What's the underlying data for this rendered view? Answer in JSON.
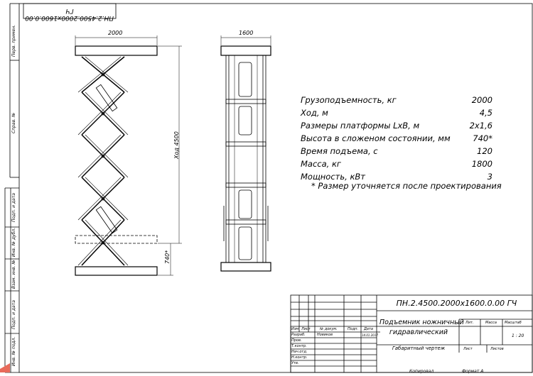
{
  "drawing": {
    "corner_code": "ПН.2.4500.2000х1600.0.00 ГЧ",
    "dim_width_front": "2000",
    "dim_width_side": "1600",
    "dim_stroke": "Ход 4500",
    "dim_closed_height": "740*"
  },
  "specs": [
    {
      "label": "Грузоподъемность, кг",
      "value": "2000"
    },
    {
      "label": "Ход, м",
      "value": "4,5"
    },
    {
      "label": "Размеры платформы LxB, м",
      "value": "2х1,6"
    },
    {
      "label": "Высота в сложеном состоянии, мм",
      "value": "740*"
    },
    {
      "label": "Время подъема, с",
      "value": "120"
    },
    {
      "label": "Масса, кг",
      "value": "1800"
    },
    {
      "label": "Мощность, кВт",
      "value": "3"
    }
  ],
  "note": "* Размер уточняется после проектирования",
  "left_margin": {
    "perv_primen": "Перв. примен.",
    "sprav_no": "Справ. №",
    "podp_data_1": "Подп. и дата",
    "inv_dubl": "Инв. № дубл.",
    "vzam_inv": "Взам. инв. №",
    "podp_data_2": "Подп. и дата",
    "inv_podl": "Инв. № подл."
  },
  "title_block": {
    "designation": "ПН.2.4500.2000х1600.0.00 ГЧ",
    "name_line1": "Подъемник ножничный",
    "name_line2": "гидравлический",
    "doc_type": "Габаритный чертеж",
    "col_izm": "Изм",
    "col_list": "Лист",
    "col_ndoc": "№ докум.",
    "col_podp": "Подп.",
    "col_data": "Дата",
    "row_razrab": "Разраб.",
    "razrab_name": "Новиков",
    "razrab_date": "14.01.2017",
    "row_prov": "Пров.",
    "row_tkontr": "Т.контр.",
    "row_nach": "Нач.отд.",
    "row_nkontr": "Н.контр.",
    "row_utv": "Утв.",
    "lit": "Лит.",
    "massa": "Масса",
    "masshtab": "Масштаб",
    "scale_value": "1 : 20",
    "list_label": "Лист",
    "listov_label": "Листов"
  },
  "footer": {
    "kopiroval": "Копировал",
    "format": "Формат А"
  }
}
